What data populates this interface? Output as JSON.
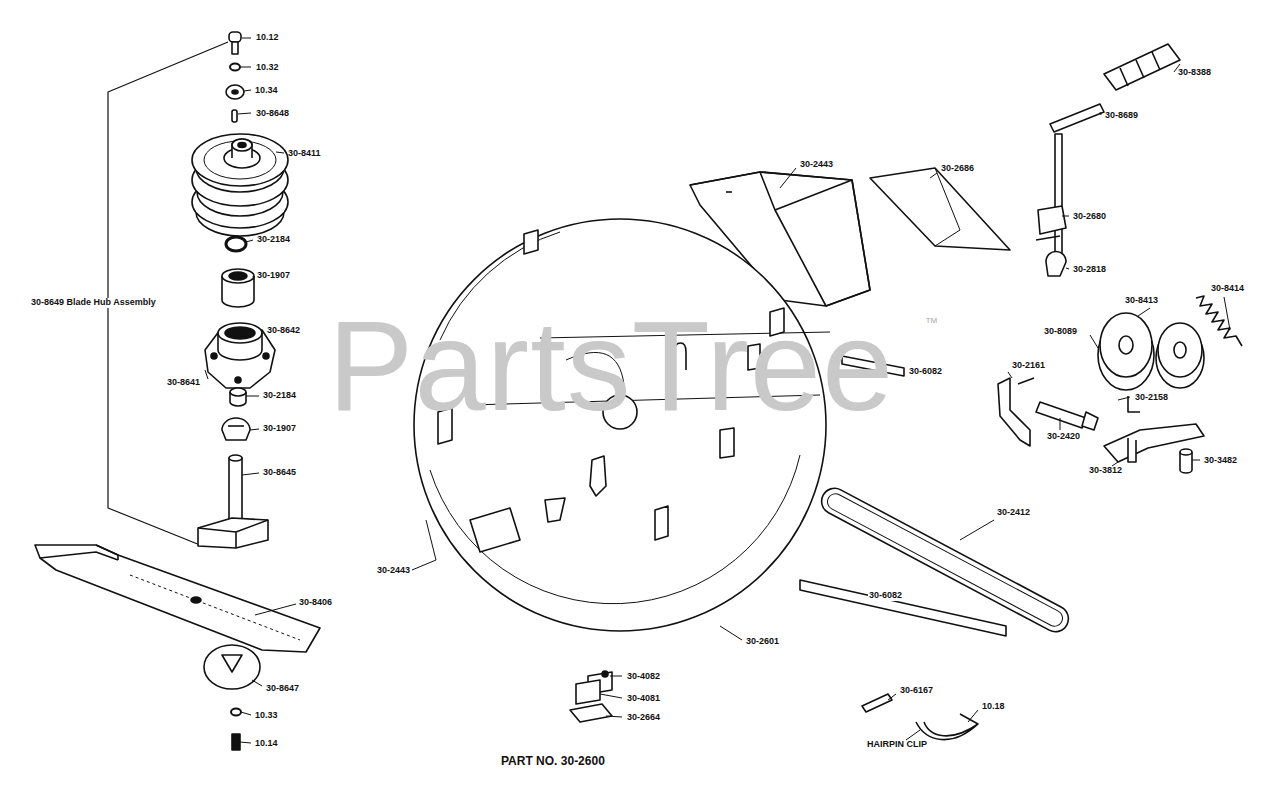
{
  "diagram": {
    "caption": "PART NO. 30-2600",
    "labels": [
      "10.12",
      "10.32",
      "10.34",
      "30-8648",
      "30-8411",
      "30-2184",
      "30-1907",
      "30-8642",
      "30-8641",
      "30-2184",
      "30-1907",
      "30-8645",
      "30-8649 Blade Hub Assembly",
      "30-8406",
      "30-8647",
      "10.33",
      "10.14",
      "30-2443",
      "30-2443",
      "30-2601",
      "30-4082",
      "30-4081",
      "30-2664",
      "30-8388",
      "30-8689",
      "30-2680",
      "30-2818",
      "30-2686",
      "30-8414",
      "30-8413",
      "30-8089",
      "30-6082",
      "30-2161",
      "30-2158",
      "30-2420",
      "30-3812",
      "30-3482",
      "30-2412",
      "30-6082",
      "30-6167",
      "10.18",
      "HAIRPIN CLIP",
      "PartsTree",
      "™"
    ]
  }
}
